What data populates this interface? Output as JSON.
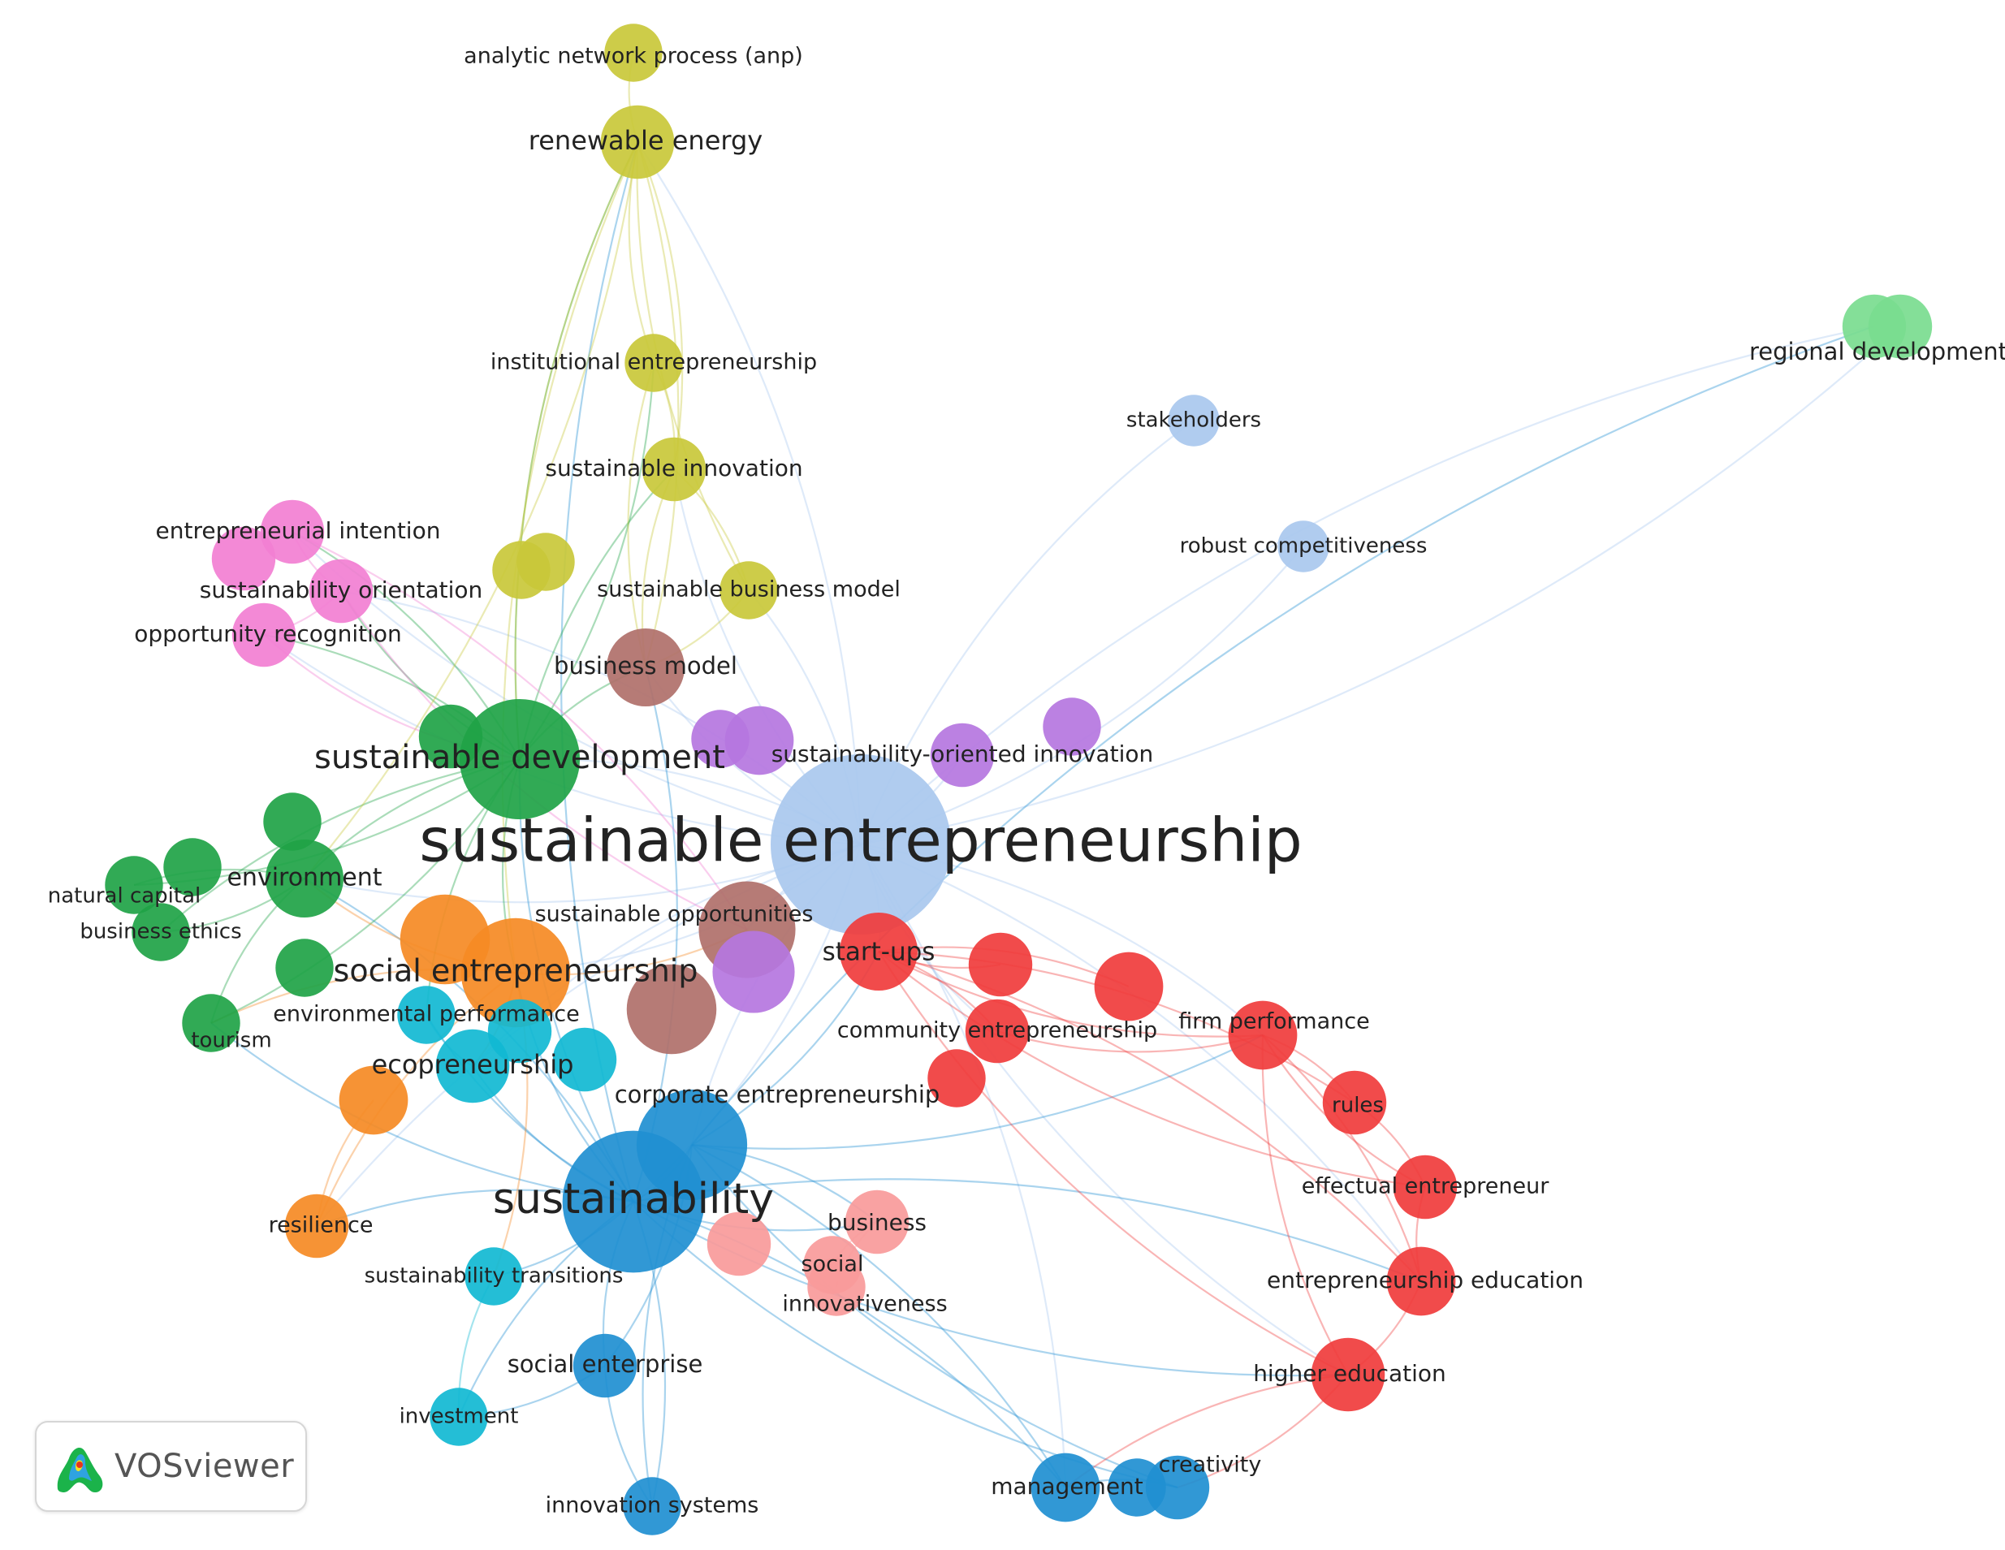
{
  "colors": {
    "red": "#f03c3c",
    "green": "#1fa346",
    "blue": "#1f8fd1",
    "yellow": "#c9c83a",
    "purple": "#b576e0",
    "cyan": "#11b8d2",
    "orange": "#f58a24",
    "brown": "#b0706a",
    "pink": "#f27fd2",
    "lightblue": "#a9c8ee",
    "lightgreen": "#79dc8f",
    "salmon": "#f99a9a"
  },
  "badge": {
    "label": "VOSviewer",
    "icon": "vosviewer-logo-icon"
  },
  "nodes": [
    {
      "id": "se",
      "label": "sustainable entrepreneurship",
      "cluster": "lightblue",
      "weight": 100
    },
    {
      "id": "sust",
      "label": "sustainability",
      "cluster": "blue",
      "weight": 60
    },
    {
      "id": "sd",
      "label": "sustainable development",
      "cluster": "green",
      "weight": 42
    },
    {
      "id": "soc",
      "label": "social entrepreneurship",
      "cluster": "orange",
      "weight": 34
    },
    {
      "id": "corp",
      "label": "corporate entrepreneurship",
      "cluster": "blue",
      "weight": 35
    },
    {
      "id": "re",
      "label": "renewable energy",
      "cluster": "yellow",
      "weight": 14
    },
    {
      "id": "anp",
      "label": "analytic network process (anp)",
      "cluster": "yellow",
      "weight": 8
    },
    {
      "id": "ie",
      "label": "institutional entrepreneurship",
      "cluster": "yellow",
      "weight": 8
    },
    {
      "id": "si",
      "label": "sustainable innovation",
      "cluster": "yellow",
      "weight": 10
    },
    {
      "id": "sbm",
      "label": "sustainable business model",
      "cluster": "yellow",
      "weight": 8
    },
    {
      "id": "bm",
      "label": "business model",
      "cluster": "brown",
      "weight": 16
    },
    {
      "id": "eint",
      "label": "entrepreneurial intention",
      "cluster": "pink",
      "weight": 10
    },
    {
      "id": "so",
      "label": "sustainability orientation",
      "cluster": "pink",
      "weight": 10
    },
    {
      "id": "or",
      "label": "opportunity recognition",
      "cluster": "pink",
      "weight": 10
    },
    {
      "id": "soi",
      "label": "sustainability-oriented innovation",
      "cluster": "purple",
      "weight": 10
    },
    {
      "id": "env",
      "label": "environment",
      "cluster": "green",
      "weight": 16
    },
    {
      "id": "nc",
      "label": "natural capital",
      "cluster": "green",
      "weight": 8
    },
    {
      "id": "be",
      "label": "business ethics",
      "cluster": "green",
      "weight": 8
    },
    {
      "id": "sopp",
      "label": "sustainable opportunities",
      "cluster": "brown",
      "weight": 26
    },
    {
      "id": "su",
      "label": "start-ups",
      "cluster": "red",
      "weight": 16
    },
    {
      "id": "ep",
      "label": "environmental performance",
      "cluster": "cyan",
      "weight": 8
    },
    {
      "id": "tour",
      "label": "tourism",
      "cluster": "green",
      "weight": 8
    },
    {
      "id": "eco",
      "label": "ecopreneurship",
      "cluster": "cyan",
      "weight": 14
    },
    {
      "id": "ce",
      "label": "community entrepreneurship",
      "cluster": "red",
      "weight": 10
    },
    {
      "id": "fp",
      "label": "firm performance",
      "cluster": "red",
      "weight": 12
    },
    {
      "id": "rules",
      "label": "rules",
      "cluster": "red",
      "weight": 10
    },
    {
      "id": "ee",
      "label": "effectual entrepreneur",
      "cluster": "red",
      "weight": 10
    },
    {
      "id": "ed",
      "label": "entrepreneurship education",
      "cluster": "red",
      "weight": 12
    },
    {
      "id": "he",
      "label": "higher education",
      "cluster": "red",
      "weight": 14
    },
    {
      "id": "res",
      "label": "resilience",
      "cluster": "orange",
      "weight": 10
    },
    {
      "id": "st",
      "label": "sustainability transitions",
      "cluster": "cyan",
      "weight": 8
    },
    {
      "id": "biz",
      "label": "business",
      "cluster": "salmon",
      "weight": 10
    },
    {
      "id": "social",
      "label": "social",
      "cluster": "salmon",
      "weight": 8
    },
    {
      "id": "innov",
      "label": "innovativeness",
      "cluster": "salmon",
      "weight": 8
    },
    {
      "id": "sent",
      "label": "social enterprise",
      "cluster": "blue",
      "weight": 10
    },
    {
      "id": "inv",
      "label": "investment",
      "cluster": "cyan",
      "weight": 8
    },
    {
      "id": "is",
      "label": "innovation systems",
      "cluster": "blue",
      "weight": 8
    },
    {
      "id": "mgmt",
      "label": "management",
      "cluster": "blue",
      "weight": 12
    },
    {
      "id": "crea",
      "label": "creativity",
      "cluster": "blue",
      "weight": 10
    },
    {
      "id": "stake",
      "label": "stakeholders",
      "cluster": "lightblue",
      "weight": 6
    },
    {
      "id": "rc",
      "label": "robust competitiveness",
      "cluster": "lightblue",
      "weight": 6
    },
    {
      "id": "rd",
      "label": "regional development",
      "cluster": "lightgreen",
      "weight": 10
    },
    {
      "id": "rd2",
      "label": "",
      "cluster": "lightgreen",
      "weight": 10
    },
    {
      "id": "p_pur1",
      "label": "",
      "cluster": "purple",
      "weight": 12
    },
    {
      "id": "p_pur2",
      "label": "",
      "cluster": "purple",
      "weight": 8
    },
    {
      "id": "p_pur3",
      "label": "",
      "cluster": "purple",
      "weight": 8
    },
    {
      "id": "p_pur4",
      "label": "",
      "cluster": "purple",
      "weight": 18
    },
    {
      "id": "p_brown2",
      "label": "",
      "cluster": "brown",
      "weight": 22
    },
    {
      "id": "p_green1",
      "label": "",
      "cluster": "green",
      "weight": 10
    },
    {
      "id": "p_green2",
      "label": "",
      "cluster": "green",
      "weight": 8
    },
    {
      "id": "p_green3",
      "label": "",
      "cluster": "green",
      "weight": 8
    },
    {
      "id": "p_green4",
      "label": "",
      "cluster": "green",
      "weight": 8
    },
    {
      "id": "p_orange2",
      "label": "",
      "cluster": "orange",
      "weight": 22
    },
    {
      "id": "p_orange3",
      "label": "",
      "cluster": "orange",
      "weight": 12
    },
    {
      "id": "p_red1",
      "label": "",
      "cluster": "red",
      "weight": 12
    },
    {
      "id": "p_red2",
      "label": "",
      "cluster": "red",
      "weight": 10
    },
    {
      "id": "p_red3",
      "label": "",
      "cluster": "red",
      "weight": 8
    },
    {
      "id": "p_cyan2",
      "label": "",
      "cluster": "cyan",
      "weight": 10
    },
    {
      "id": "p_cyan3",
      "label": "",
      "cluster": "cyan",
      "weight": 10
    },
    {
      "id": "p_salmon2",
      "label": "",
      "cluster": "salmon",
      "weight": 10
    },
    {
      "id": "p_pink1",
      "label": "",
      "cluster": "pink",
      "weight": 10
    },
    {
      "id": "p_yellow3",
      "label": "",
      "cluster": "yellow",
      "weight": 8
    },
    {
      "id": "p_yellow4",
      "label": "",
      "cluster": "yellow",
      "weight": 8
    },
    {
      "id": "p_blue3",
      "label": "",
      "cluster": "blue",
      "weight": 8
    }
  ],
  "edges": [
    [
      "se",
      "sust"
    ],
    [
      "se",
      "sd"
    ],
    [
      "se",
      "soc"
    ],
    [
      "se",
      "corp"
    ],
    [
      "se",
      "bm"
    ],
    [
      "se",
      "soi"
    ],
    [
      "se",
      "su"
    ],
    [
      "se",
      "sopp"
    ],
    [
      "se",
      "rd"
    ],
    [
      "se",
      "rd2"
    ],
    [
      "se",
      "stake"
    ],
    [
      "se",
      "rc"
    ],
    [
      "se",
      "fp"
    ],
    [
      "se",
      "ce"
    ],
    [
      "se",
      "ed"
    ],
    [
      "se",
      "he"
    ],
    [
      "se",
      "env"
    ],
    [
      "se",
      "eco"
    ],
    [
      "se",
      "eint"
    ],
    [
      "se",
      "so"
    ],
    [
      "se",
      "or"
    ],
    [
      "se",
      "re"
    ],
    [
      "se",
      "si"
    ],
    [
      "se",
      "sbm"
    ],
    [
      "se",
      "mgmt"
    ],
    [
      "se",
      "res"
    ],
    [
      "sust",
      "sd"
    ],
    [
      "sust",
      "corp"
    ],
    [
      "sust",
      "soc"
    ],
    [
      "sust",
      "sent"
    ],
    [
      "sust",
      "mgmt"
    ],
    [
      "sust",
      "crea"
    ],
    [
      "sust",
      "is"
    ],
    [
      "sust",
      "inv"
    ],
    [
      "sust",
      "st"
    ],
    [
      "sust",
      "biz"
    ],
    [
      "sust",
      "eco"
    ],
    [
      "sust",
      "env"
    ],
    [
      "sust",
      "re"
    ],
    [
      "sust",
      "he"
    ],
    [
      "sust",
      "ed"
    ],
    [
      "sust",
      "res"
    ],
    [
      "sust",
      "tour"
    ],
    [
      "sust",
      "bm"
    ],
    [
      "sust",
      "ep"
    ],
    [
      "corp",
      "su"
    ],
    [
      "corp",
      "mgmt"
    ],
    [
      "corp",
      "crea"
    ],
    [
      "corp",
      "rd"
    ],
    [
      "corp",
      "fp"
    ],
    [
      "corp",
      "sent"
    ],
    [
      "corp",
      "is"
    ],
    [
      "corp",
      "biz"
    ],
    [
      "sd",
      "env"
    ],
    [
      "sd",
      "nc"
    ],
    [
      "sd",
      "be"
    ],
    [
      "sd",
      "tour"
    ],
    [
      "sd",
      "soc"
    ],
    [
      "sd",
      "bm"
    ],
    [
      "sd",
      "eint"
    ],
    [
      "sd",
      "so"
    ],
    [
      "sd",
      "or"
    ],
    [
      "sd",
      "re"
    ],
    [
      "sd",
      "ie"
    ],
    [
      "sd",
      "si"
    ],
    [
      "sd",
      "ep"
    ],
    [
      "soc",
      "eco"
    ],
    [
      "soc",
      "res"
    ],
    [
      "soc",
      "env"
    ],
    [
      "soc",
      "sopp"
    ],
    [
      "soc",
      "st"
    ],
    [
      "soc",
      "tour"
    ],
    [
      "re",
      "anp"
    ],
    [
      "re",
      "ie"
    ],
    [
      "re",
      "si"
    ],
    [
      "re",
      "sbm"
    ],
    [
      "re",
      "bm"
    ],
    [
      "re",
      "sd"
    ],
    [
      "re",
      "env"
    ],
    [
      "re",
      "soc"
    ],
    [
      "ie",
      "si"
    ],
    [
      "ie",
      "bm"
    ],
    [
      "si",
      "sbm"
    ],
    [
      "si",
      "bm"
    ],
    [
      "sbm",
      "bm"
    ],
    [
      "eint",
      "so"
    ],
    [
      "so",
      "or"
    ],
    [
      "or",
      "sd"
    ],
    [
      "eint",
      "sopp"
    ],
    [
      "so",
      "sopp"
    ],
    [
      "su",
      "ce"
    ],
    [
      "su",
      "fp"
    ],
    [
      "su",
      "rules"
    ],
    [
      "su",
      "ee"
    ],
    [
      "su",
      "ed"
    ],
    [
      "su",
      "he"
    ],
    [
      "su",
      "p_red1"
    ],
    [
      "su",
      "p_red2"
    ],
    [
      "fp",
      "rules"
    ],
    [
      "fp",
      "ee"
    ],
    [
      "fp",
      "ed"
    ],
    [
      "fp",
      "he"
    ],
    [
      "rules",
      "ee"
    ],
    [
      "ee",
      "ed"
    ],
    [
      "ed",
      "he"
    ],
    [
      "he",
      "mgmt"
    ],
    [
      "he",
      "crea"
    ],
    [
      "ce",
      "fp"
    ],
    [
      "mgmt",
      "crea"
    ],
    [
      "sent",
      "is"
    ],
    [
      "sent",
      "inv"
    ],
    [
      "st",
      "inv"
    ],
    [
      "eco",
      "ep"
    ],
    [
      "env",
      "nc"
    ],
    [
      "env",
      "be"
    ],
    [
      "env",
      "tour"
    ],
    [
      "res",
      "p_orange3"
    ],
    [
      "biz",
      "social"
    ],
    [
      "social",
      "innov"
    ],
    [
      "biz",
      "innov"
    ],
    [
      "rd",
      "rd2"
    ]
  ]
}
